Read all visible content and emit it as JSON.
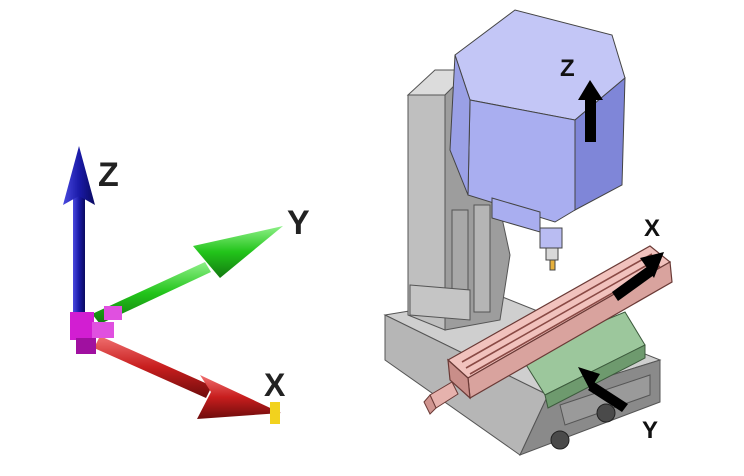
{
  "triad": {
    "labels": {
      "z": "Z",
      "y": "Y",
      "x": "X"
    },
    "colors": {
      "z": "#1a1aa8",
      "y": "#22c41a",
      "x": "#c81e1e",
      "origin": "#d21ed2",
      "marker": "#f2d21e"
    }
  },
  "machine": {
    "labels": {
      "z": "Z",
      "x": "X",
      "y": "Y"
    },
    "colors": {
      "head": "#a9aef0",
      "head_shadow": "#7f86d8",
      "column": "#bfbfbf",
      "column_shadow": "#8f8f8f",
      "base": "#c8c8c8",
      "base_shadow": "#8a8a8a",
      "saddle": "#9cc79c",
      "table": "#f1c2bd",
      "table_shadow": "#d28f8a",
      "arrow": "#000000"
    }
  }
}
